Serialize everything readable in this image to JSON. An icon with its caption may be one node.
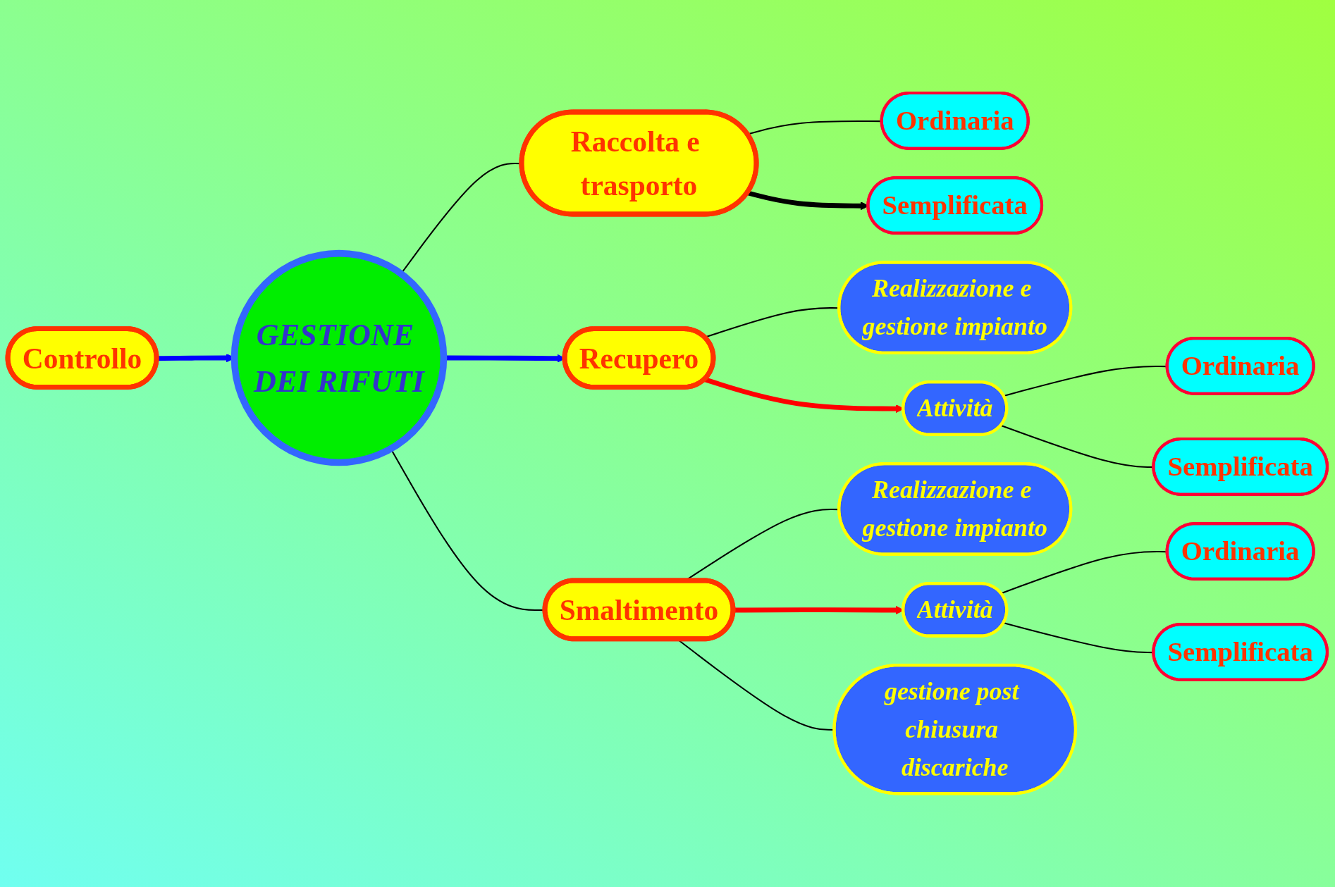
{
  "diagram": {
    "nodes": [
      {
        "text": [
          "Controllo"
        ]
      },
      {
        "text": [
          "GESTIONE DEI RIFUTI"
        ]
      },
      {
        "text": [
          "Raccolta e trasporto"
        ]
      },
      {
        "text": [
          "Ordinaria"
        ]
      },
      {
        "text": [
          "Semplificata"
        ]
      },
      {
        "text": [
          "Realizzazione e gestione impianto"
        ]
      },
      {
        "text": [
          "Recupero"
        ]
      },
      {
        "text": [
          "Attività"
        ]
      },
      {
        "text": [
          "Ordinaria"
        ]
      },
      {
        "text": [
          "Semplificata"
        ]
      },
      {
        "text": [
          "Realizzazione e gestione impianto"
        ]
      },
      {
        "text": [
          "Smaltimento"
        ]
      },
      {
        "text": [
          "Attività"
        ]
      },
      {
        "text": [
          "Ordinaria"
        ]
      },
      {
        "text": [
          "Semplificata"
        ]
      },
      {
        "text": [
          "gestione post chiusura discariche"
        ]
      }
    ],
    "edges": [
      {
        "from": 0,
        "to": 1,
        "arrow": "to",
        "style": "thick",
        "color": "#0000ff"
      },
      {
        "from": 1,
        "to": 2,
        "arrow": "none"
      },
      {
        "from": 2,
        "to": 3,
        "arrow": "none"
      },
      {
        "from": 2,
        "to": 4,
        "arrow": "to",
        "style": "thick"
      },
      {
        "from": 1,
        "to": 6,
        "arrow": "to",
        "style": "thick",
        "color": "#0000ff"
      },
      {
        "from": 6,
        "to": 5,
        "arrow": "none"
      },
      {
        "from": 6,
        "to": 7,
        "arrow": "to",
        "style": "thick",
        "color": "#ff0000"
      },
      {
        "from": 7,
        "to": 8,
        "arrow": "none"
      },
      {
        "from": 7,
        "to": 9,
        "arrow": "none"
      },
      {
        "from": 1,
        "to": 11,
        "arrow": "none"
      },
      {
        "from": 11,
        "to": 10,
        "arrow": "none"
      },
      {
        "from": 11,
        "to": 12,
        "arrow": "to",
        "style": "thick",
        "color": "#ff0000"
      },
      {
        "from": 11,
        "to": 15,
        "arrow": "none"
      },
      {
        "from": 12,
        "to": 13,
        "arrow": "none"
      },
      {
        "from": 12,
        "to": 14,
        "arrow": "none"
      }
    ]
  }
}
